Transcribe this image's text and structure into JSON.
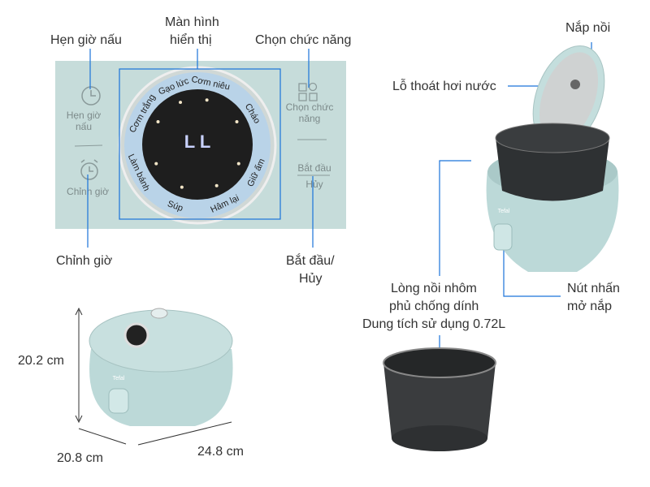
{
  "labels": {
    "timer": "Hẹn giờ nấu",
    "display_1": "Màn hình",
    "display_2": "hiển thị",
    "function": "Chọn chức năng",
    "adjust": "Chỉnh giờ",
    "start_1": "Bắt đầu/",
    "start_2": "Hủy",
    "lid": "Nắp nồi",
    "vent": "Lỗ thoát hơi nước",
    "pot_1": "Lòng nồi nhôm",
    "pot_2": "phủ chống dính",
    "pot_3": "Dung tích sử dụng 0.72L",
    "button_1": "Nút nhấn",
    "button_2": "mở nắp",
    "height": "20.2 cm",
    "width": "20.8 cm",
    "depth": "24.8 cm"
  },
  "panel": {
    "timer": [
      "Hẹn giờ",
      "nấu"
    ],
    "function": [
      "Chọn chức",
      "năng"
    ],
    "adjust": "Chỉnh giờ",
    "start": "Bắt đầu",
    "cancel": "Hủy",
    "display": "L L",
    "modes": [
      "Cơm trắng",
      "Gạo lức",
      "Cơm niêu",
      "Cháo",
      "Giữ ấm",
      "Hâm lại",
      "Súp",
      "Làm bánh"
    ]
  },
  "brand": "Tefal",
  "colors": {
    "accent": "#1a73d9",
    "body": "#bcd9d8",
    "panel": "#c6dcda"
  }
}
